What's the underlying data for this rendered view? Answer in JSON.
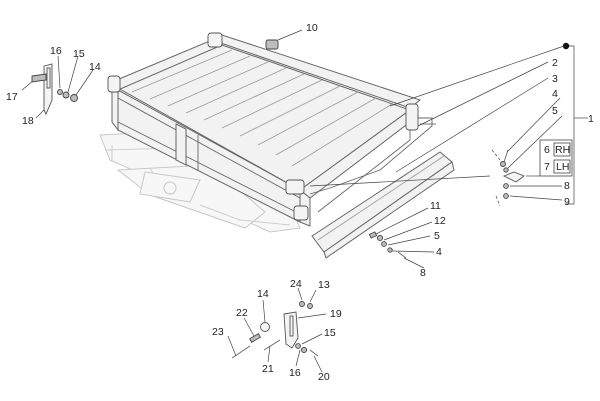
{
  "callouts": {
    "c1": "1",
    "c2": "2",
    "c3": "3",
    "c4": "4",
    "c5": "5",
    "c8": "8",
    "c9": "9",
    "c10": "10",
    "c11": "11",
    "c12": "12",
    "c13": "13",
    "c14a": "14",
    "c14b": "14",
    "c15a": "15",
    "c15b": "15",
    "c16a": "16",
    "c16b": "16",
    "c17": "17",
    "c18": "18",
    "c19": "19",
    "c20": "20",
    "c21": "21",
    "c22": "22",
    "c23": "23",
    "c24": "24",
    "c5b": "5",
    "c4b": "4",
    "c8b": "8"
  },
  "variants": {
    "rh_number": "6",
    "rh_label": "RH",
    "lh_number": "7",
    "lh_label": "LH"
  }
}
